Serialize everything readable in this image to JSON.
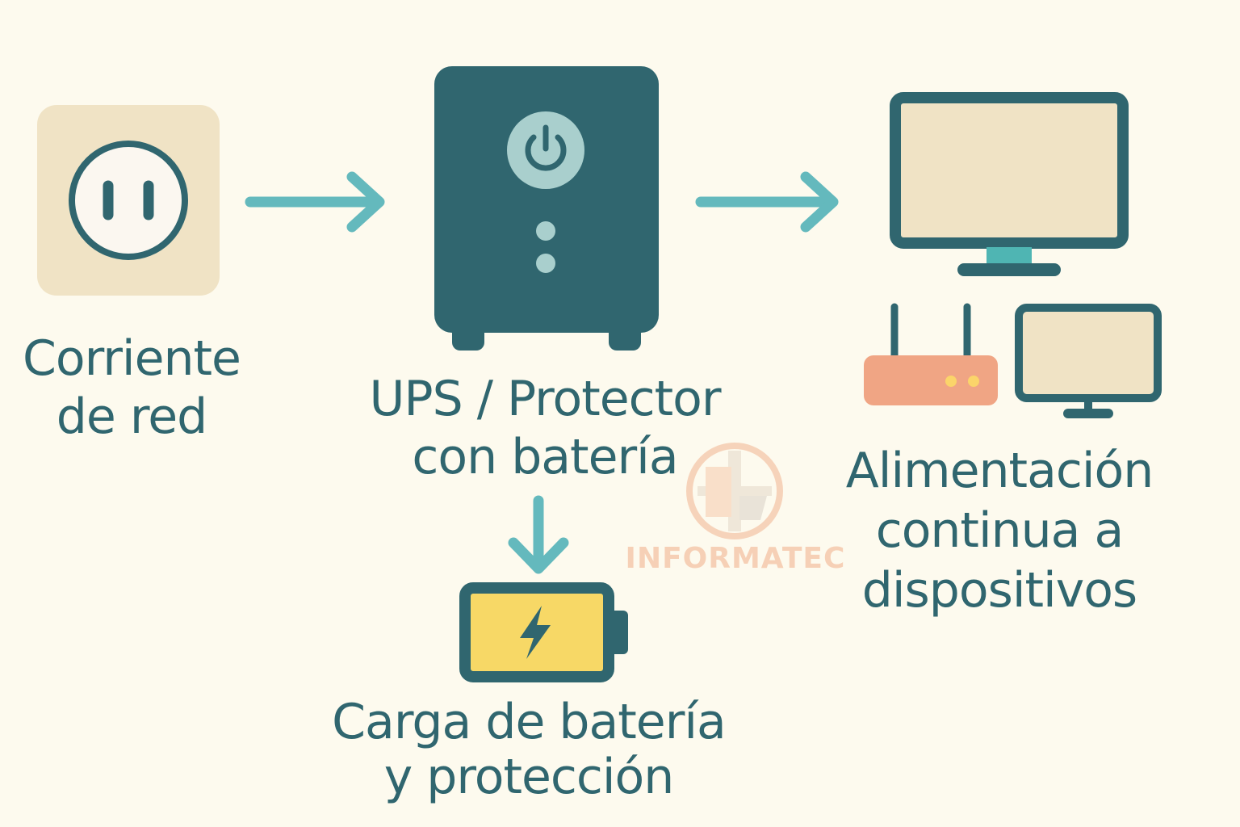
{
  "colors": {
    "background": "#fdfaee",
    "dark_teal": "#30666f",
    "arrow": "#64b9bd",
    "light_circle": "#a9cfcd",
    "beige": "#f0e3c5",
    "outlet_face": "#fbf7f0",
    "screen": "#f0e3c5",
    "monitor_stand": "#4fb5b3",
    "router": "#f0a584",
    "router_lights": "#fbd46a",
    "battery_fill": "#f7d866",
    "watermark": "#f2b591"
  },
  "nodes": {
    "mains": {
      "line1": "Corriente",
      "line2": "de red",
      "icon": "power-outlet-icon"
    },
    "ups": {
      "line1": "UPS / Protector",
      "line2": "con batería",
      "icon": "ups-icon"
    },
    "devices": {
      "line1": "Alimentación",
      "line2": "continua a",
      "line3": "dispositivos",
      "icons": [
        "monitor-icon",
        "router-icon",
        "small-monitor-icon"
      ]
    },
    "battery": {
      "line1": "Carga de batería",
      "line2": "y protección",
      "icon": "battery-charging-icon"
    }
  },
  "edges": [
    {
      "from": "mains",
      "to": "ups",
      "direction": "right"
    },
    {
      "from": "ups",
      "to": "devices",
      "direction": "right"
    },
    {
      "from": "ups",
      "to": "battery",
      "direction": "down"
    }
  ],
  "watermark": {
    "text": "INFORMATEC",
    "icon": "informatec-logo-icon"
  }
}
